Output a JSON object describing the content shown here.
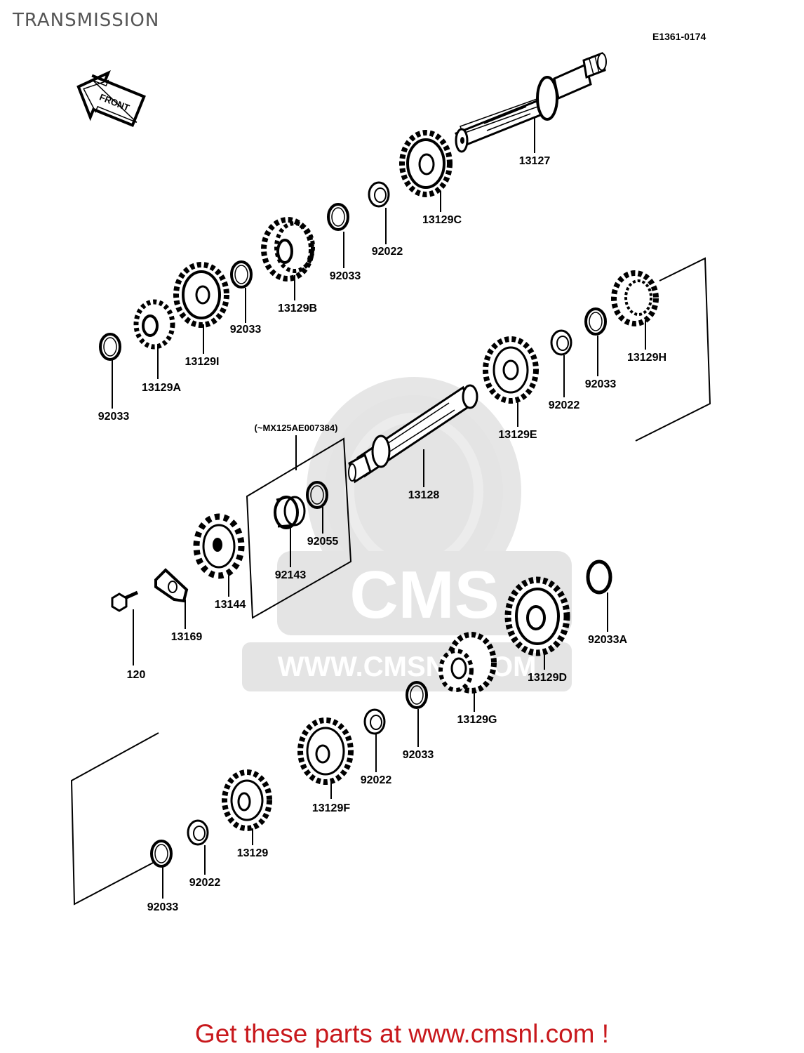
{
  "title": "TRANSMISSION",
  "diagram_code": "E1361-0174",
  "front_label": "FRONT",
  "serial_note": "(~MX125AE007384)",
  "watermark": {
    "logo": "CMS",
    "url": "WWW.CMSNL.COM"
  },
  "parts": {
    "p13127": "13127",
    "p13129C": "13129C",
    "p92022_a": "92022",
    "p92033_a": "92033",
    "p13129B": "13129B",
    "p92033_b": "92033",
    "p13129I": "13129I",
    "p13129A": "13129A",
    "p92033_c": "92033",
    "p13129H": "13129H",
    "p92033_d": "92033",
    "p92022_b": "92022",
    "p13129E": "13129E",
    "p13128": "13128",
    "p92055": "92055",
    "p92143": "92143",
    "p13144": "13144",
    "p13169": "13169",
    "p120": "120",
    "p92033A": "92033A",
    "p13129D": "13129D",
    "p13129G": "13129G",
    "p92033_e": "92033",
    "p92022_c": "92022",
    "p13129F": "13129F",
    "p13129": "13129",
    "p92022_d": "92022",
    "p92033_f": "92033"
  },
  "footer": {
    "text": "Get these parts at www.cmsnl.com !",
    "color": "#c8181c"
  }
}
